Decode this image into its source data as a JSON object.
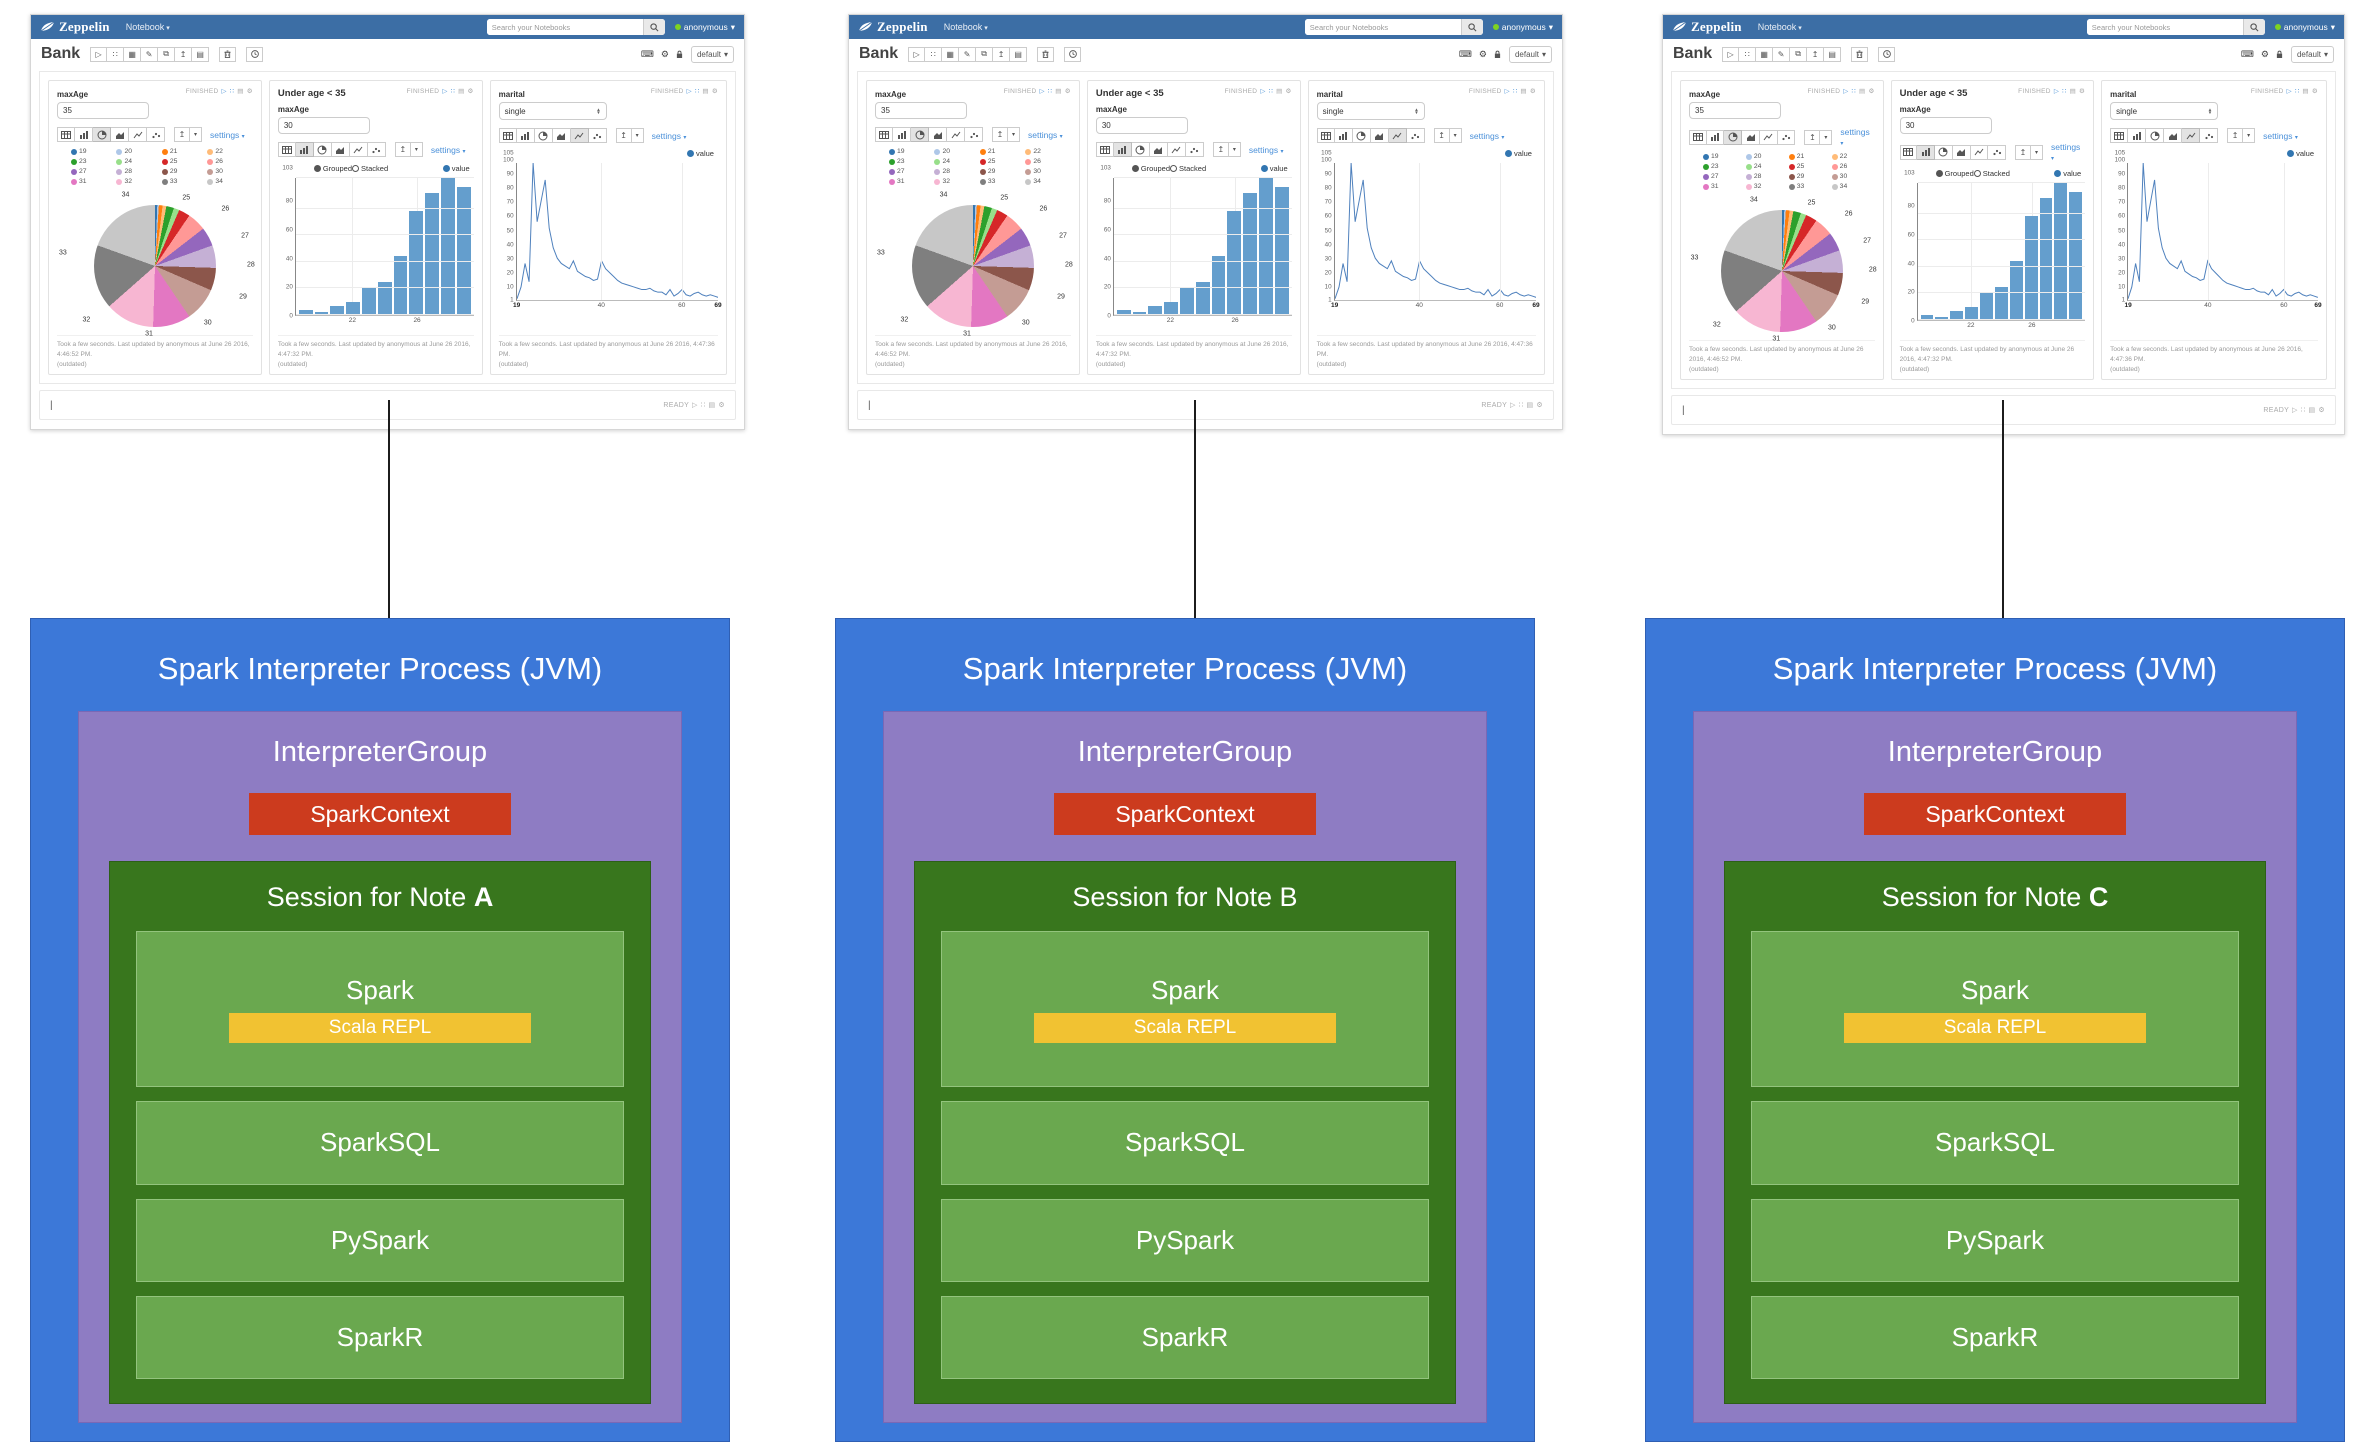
{
  "notebook": {
    "navbar": {
      "logo_text": "Zeppelin",
      "menu_notebook": "Notebook",
      "search_placeholder": "Search your Notebooks",
      "username": "anonymous"
    },
    "note": {
      "title": "Bank",
      "binding_label": "default"
    },
    "toolbar_icons": [
      "play-all",
      "shrink-paragraphs",
      "show-code",
      "pencil",
      "clone-note",
      "export-note",
      "list-shortcuts"
    ],
    "icon_glyphs": {
      "play-all": "▷",
      "shrink-paragraphs": "∷",
      "show-code": "▦",
      "pencil": "✎",
      "clone-note": "⧉",
      "export-note": "↥",
      "list-shortcuts": "▤",
      "play": "▷",
      "expand": "∷",
      "list": "▤",
      "gear": "⚙",
      "keyboard": "⌨",
      "caret": "▾",
      "cursor": "|"
    },
    "chart_buttons": [
      "table",
      "bar",
      "pie",
      "area",
      "line",
      "scatter"
    ],
    "settings_label": "settings",
    "paragraphs": {
      "p1": {
        "field_label": "maxAge",
        "field_value": "35",
        "status": "FINISHED",
        "active_chart": "pie",
        "footer": "Took a few seconds. Last updated by anonymous at June 26 2016, 4:46:52 PM.",
        "footer2": "(outdated)"
      },
      "p2": {
        "title": "Under age < 35",
        "field_label": "maxAge",
        "field_value": "30",
        "status": "FINISHED",
        "active_chart": "bar",
        "grouped_label": "Grouped",
        "stacked_label": "Stacked",
        "series_label": "value",
        "footer": "Took a few seconds. Last updated by anonymous at June 26 2016, 4:47:32 PM.",
        "footer2": "(outdated)"
      },
      "p3": {
        "field_label": "marital",
        "field_value": "single",
        "status": "FINISHED",
        "active_chart": "line",
        "series_label": "value",
        "footer": "Took a few seconds. Last updated by anonymous at June 26 2016, 4:47:36 PM.",
        "footer2": "(outdated)"
      }
    },
    "status_bar": {
      "ready_label": "READY",
      "cursor": "|"
    }
  },
  "chart_data": [
    {
      "type": "pie",
      "title": "maxAge = 35 (age distribution)",
      "labels": [
        "19",
        "20",
        "21",
        "22",
        "23",
        "24",
        "25",
        "26",
        "27",
        "28",
        "29",
        "30",
        "31",
        "32",
        "33",
        "34"
      ],
      "values": [
        0.6,
        0.4,
        1,
        1,
        2,
        1.5,
        3,
        5,
        5,
        6,
        6,
        9,
        10,
        13,
        17,
        19.5
      ],
      "colors": [
        "#3276b1",
        "#aec7e8",
        "#ff7f0e",
        "#ffbb78",
        "#2ca02c",
        "#98df8a",
        "#d62728",
        "#ff9896",
        "#9467bd",
        "#c5b0d5",
        "#8c564b",
        "#c49c94",
        "#e377c2",
        "#f7b6d2",
        "#7f7f7f",
        "#c7c7c7"
      ],
      "legend_position": "top",
      "callout_labels": [
        {
          "text": "25",
          "x": 66,
          "y": 6
        },
        {
          "text": "26",
          "x": 86,
          "y": 14
        },
        {
          "text": "27",
          "x": 96,
          "y": 32
        },
        {
          "text": "28",
          "x": 99,
          "y": 52
        },
        {
          "text": "29",
          "x": 95,
          "y": 74
        },
        {
          "text": "30",
          "x": 77,
          "y": 92
        },
        {
          "text": "31",
          "x": 47,
          "y": 99
        },
        {
          "text": "32",
          "x": 15,
          "y": 90
        },
        {
          "text": "33",
          "x": 3,
          "y": 44
        },
        {
          "text": "34",
          "x": 35,
          "y": 4
        }
      ]
    },
    {
      "type": "bar",
      "title": "Under age < 35",
      "series": [
        {
          "name": "value",
          "values": [
            4,
            2,
            7,
            10,
            20,
            25,
            44,
            78,
            92,
            103,
            96
          ]
        }
      ],
      "categories": [
        19,
        20,
        21,
        22,
        23,
        24,
        25,
        26,
        27,
        28,
        29
      ],
      "y_ticks": [
        0,
        20,
        40,
        60,
        80,
        103
      ],
      "x_ticks": [
        22,
        26
      ],
      "ylim": [
        0,
        103
      ],
      "bar_color": "#649ecd",
      "mode_options": [
        "Grouped",
        "Stacked"
      ],
      "selected_mode": "Grouped",
      "grid": true,
      "legend_position": "top-right"
    },
    {
      "type": "line",
      "title": "marital = single (age distribution)",
      "series_name": "value",
      "points": [
        [
          19,
          1
        ],
        [
          20,
          10
        ],
        [
          21,
          28
        ],
        [
          22,
          14
        ],
        [
          23,
          105
        ],
        [
          24,
          60
        ],
        [
          25,
          76
        ],
        [
          26,
          92
        ],
        [
          27,
          55
        ],
        [
          28,
          40
        ],
        [
          29,
          32
        ],
        [
          30,
          28
        ],
        [
          31,
          26
        ],
        [
          32,
          24
        ],
        [
          33,
          30
        ],
        [
          34,
          22
        ],
        [
          35,
          20
        ],
        [
          36,
          18
        ],
        [
          37,
          17
        ],
        [
          38,
          15
        ],
        [
          39,
          16
        ],
        [
          40,
          30
        ],
        [
          41,
          24
        ],
        [
          42,
          21
        ],
        [
          43,
          18
        ],
        [
          44,
          15
        ],
        [
          45,
          13
        ],
        [
          46,
          12
        ],
        [
          47,
          11
        ],
        [
          48,
          10
        ],
        [
          49,
          9
        ],
        [
          50,
          8
        ],
        [
          51,
          8
        ],
        [
          52,
          9
        ],
        [
          53,
          7
        ],
        [
          54,
          6
        ],
        [
          55,
          6
        ],
        [
          56,
          4
        ],
        [
          57,
          8
        ],
        [
          58,
          3
        ],
        [
          59,
          5
        ],
        [
          60,
          8
        ],
        [
          61,
          4
        ],
        [
          62,
          3
        ],
        [
          63,
          5
        ],
        [
          64,
          6
        ],
        [
          65,
          4
        ],
        [
          66,
          3
        ],
        [
          67,
          4
        ],
        [
          68,
          3
        ],
        [
          69,
          2
        ]
      ],
      "y_ticks": [
        105,
        100,
        90,
        80,
        70,
        60,
        50,
        40,
        30,
        20,
        10,
        1
      ],
      "x_ticks": [
        19,
        40,
        60,
        69
      ],
      "xlim": [
        19,
        69
      ],
      "ylim": [
        0,
        105
      ],
      "line_color": "#4f81bd",
      "grid": true,
      "legend_position": "top-right"
    }
  ],
  "processes": [
    {
      "title": "Spark Interpreter Process (JVM)",
      "group_title": "InterpreterGroup",
      "context_label": "SparkContext",
      "session_prefix": "Session for Note",
      "note_id": "A",
      "note_bold": true,
      "interpreters": [
        "Spark",
        "SparkSQL",
        "PySpark",
        "SparkR"
      ],
      "repl_label": "Scala REPL"
    },
    {
      "title": "Spark Interpreter Process (JVM)",
      "group_title": "InterpreterGroup",
      "context_label": "SparkContext",
      "session_prefix": "Session for Note",
      "note_id": "B",
      "note_bold": false,
      "interpreters": [
        "Spark",
        "SparkSQL",
        "PySpark",
        "SparkR"
      ],
      "repl_label": "Scala REPL"
    },
    {
      "title": "Spark Interpreter Process (JVM)",
      "group_title": "InterpreterGroup",
      "context_label": "SparkContext",
      "session_prefix": "Session for Note",
      "note_id": "C",
      "note_bold": true,
      "interpreters": [
        "Spark",
        "SparkSQL",
        "PySpark",
        "SparkR"
      ],
      "repl_label": "Scala REPL"
    }
  ],
  "colors": {
    "navbar_blue": "#3c6ea5",
    "process_blue": "#3c78d8",
    "group_purple": "#8e7cc3",
    "context_red": "#cc3b1e",
    "session_green": "#38761d",
    "interpreter_green": "#6aa84f",
    "repl_yellow": "#f1c232",
    "accent_blue": "#4a90d9",
    "online_green": "#7ed321"
  }
}
